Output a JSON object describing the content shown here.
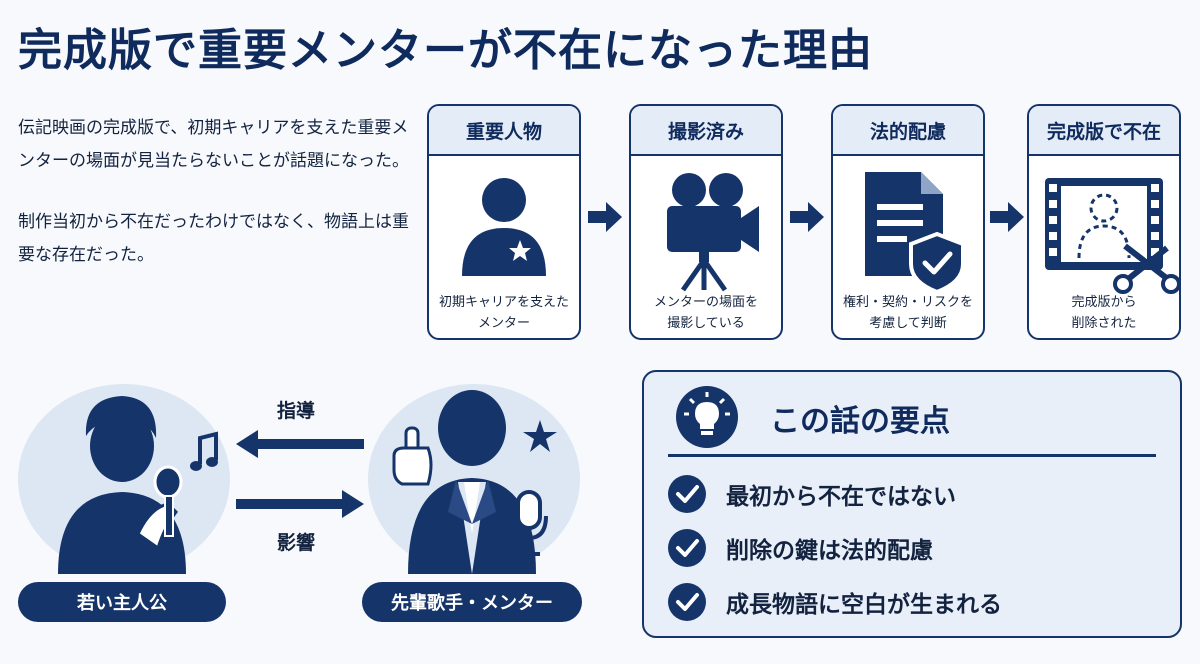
{
  "title": "完成版で重要メンターが不在になった理由",
  "intro": {
    "paragraph1": "伝記映画の完成版で、初期キャリアを支えた重要メンターの場面が見当たらないことが話題になった。",
    "paragraph2": "制作当初から不在だったわけではなく、物語上は重要な存在だった。"
  },
  "steps": [
    {
      "title": "重要人物",
      "caption": "初期キャリアを支えた\nメンター",
      "icon": "person-star-icon"
    },
    {
      "title": "撮影済み",
      "caption": "メンターの場面を\n撮影している",
      "icon": "movie-camera-icon"
    },
    {
      "title": "法的配慮",
      "caption": "権利・契約・リスクを\n考慮して判断",
      "icon": "document-shield-icon"
    },
    {
      "title": "完成版で不在",
      "caption": "完成版から\n削除された",
      "icon": "film-cut-icon"
    }
  ],
  "relationship": {
    "guidance_label": "指導",
    "influence_label": "影響",
    "protagonist_label": "若い主人公",
    "mentor_label": "先輩歌手・メンター"
  },
  "keypoints": {
    "title": "この話の要点",
    "icon": "lightbulb-icon",
    "items": [
      "最初から不在ではない",
      "削除の鍵は法的配慮",
      "成長物語に空白が生まれる"
    ]
  },
  "colors": {
    "navy": "#153469",
    "light_blue": "#dde7f4",
    "panel": "#e8eff8"
  }
}
